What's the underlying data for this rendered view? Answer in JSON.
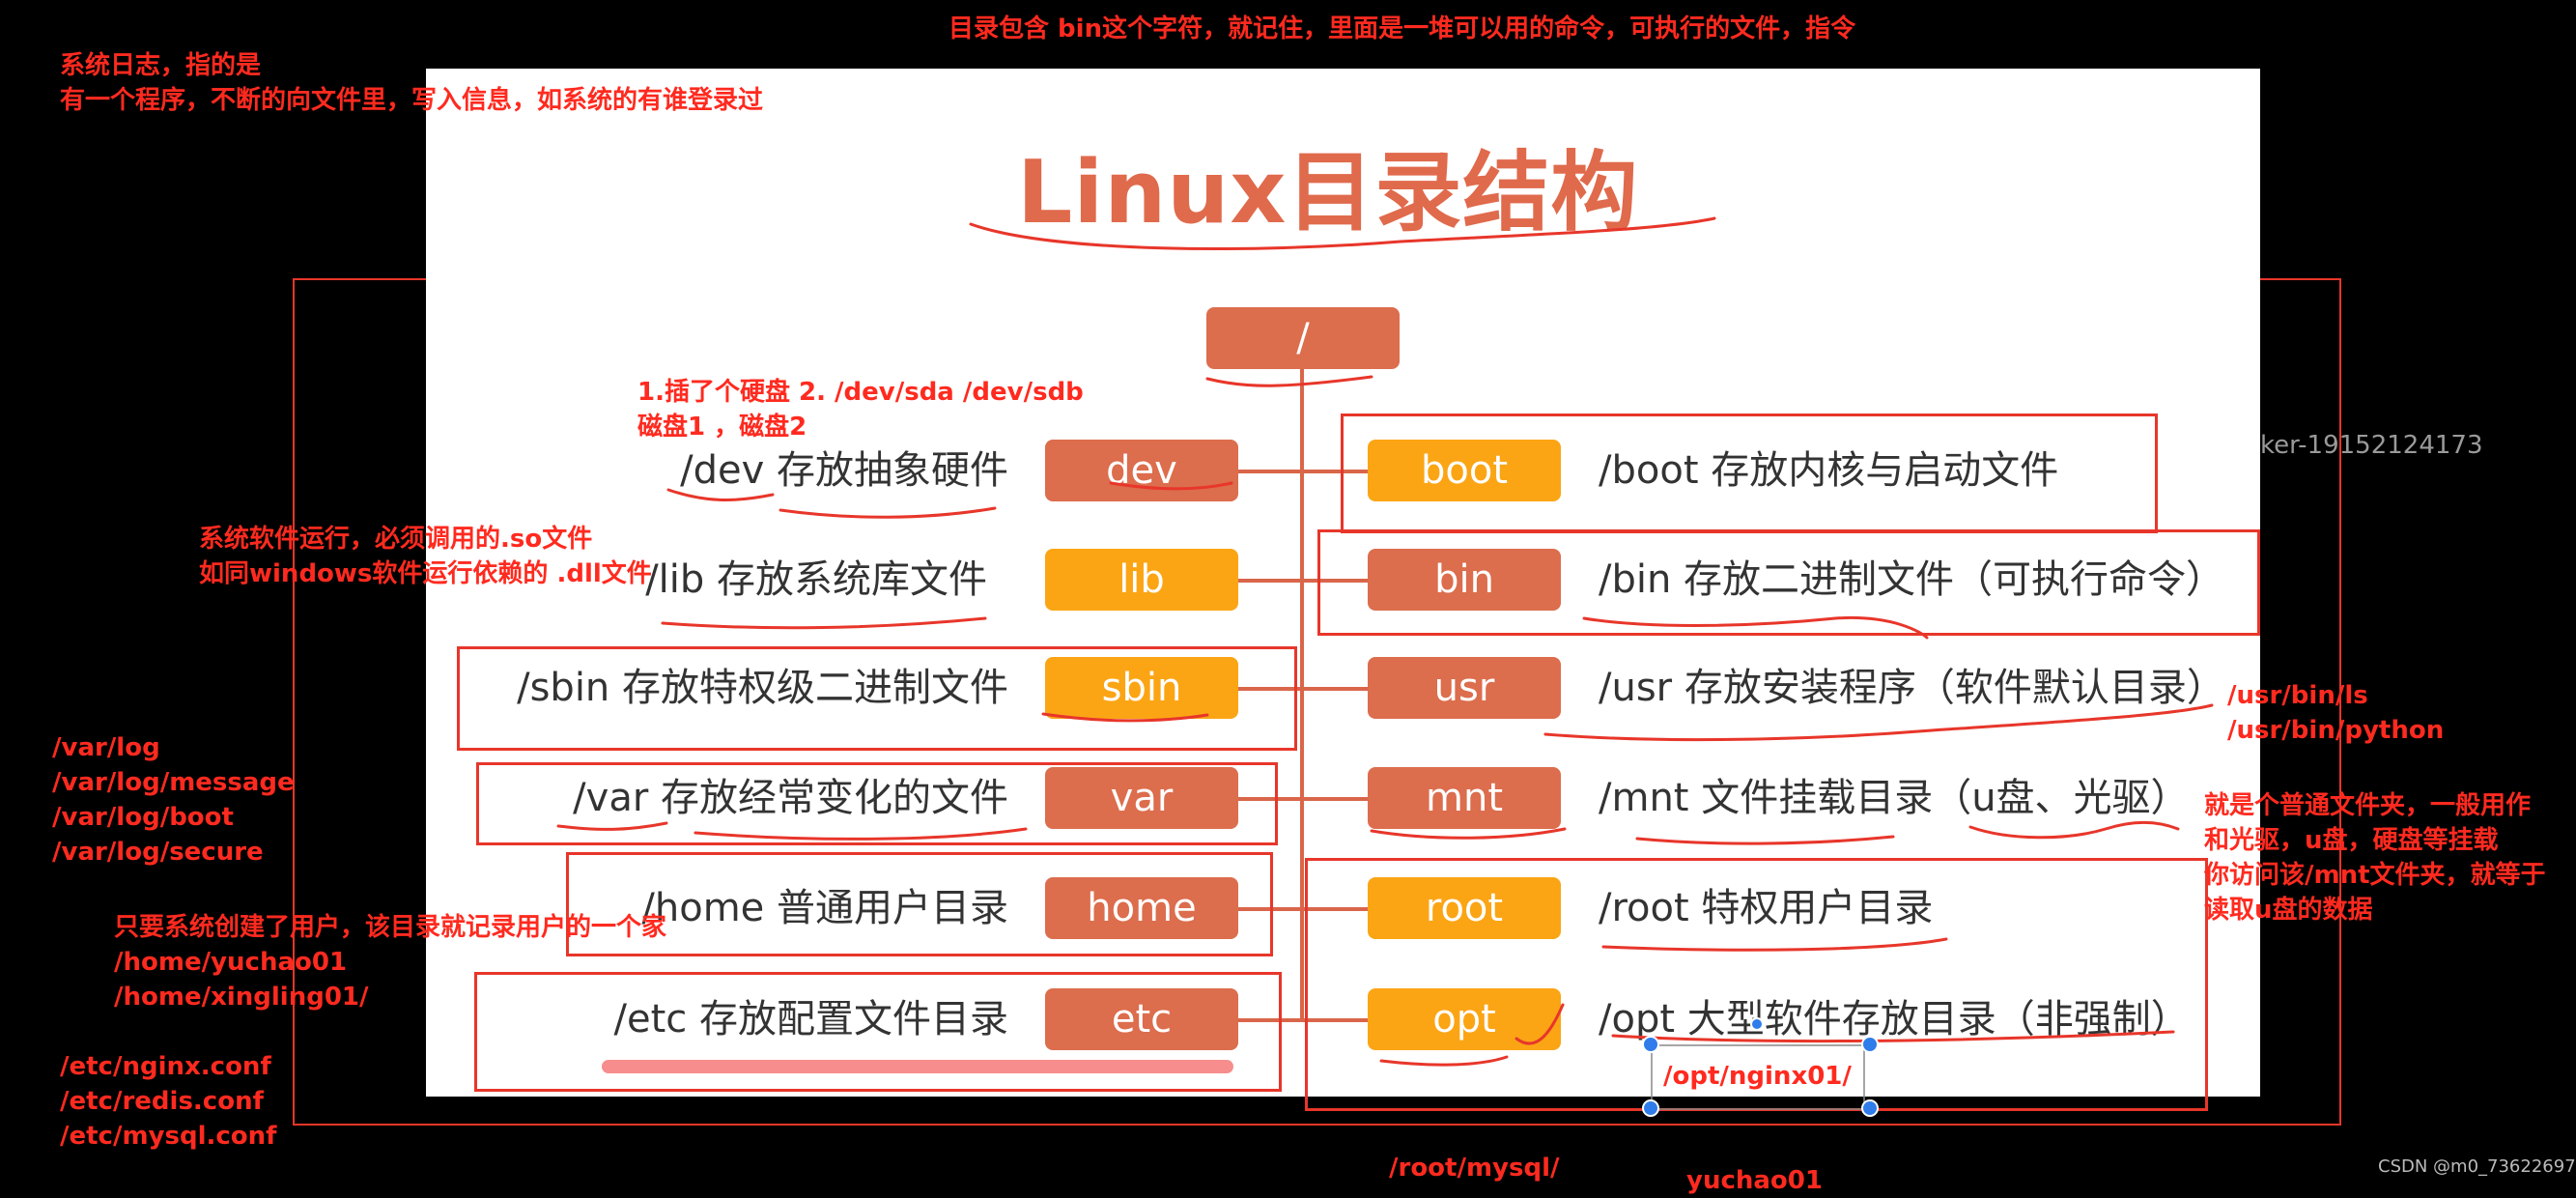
{
  "title": "Linux目录结构",
  "root": "/",
  "left_entries": [
    {
      "box": "dev",
      "color": "red",
      "desc": "/dev 存放抽象硬件"
    },
    {
      "box": "lib",
      "color": "orange",
      "desc": "/lib 存放系统库文件"
    },
    {
      "box": "sbin",
      "color": "orange",
      "desc": "/sbin 存放特权级二进制文件"
    },
    {
      "box": "var",
      "color": "red",
      "desc": "/var 存放经常变化的文件"
    },
    {
      "box": "home",
      "color": "red",
      "desc": "/home 普通用户目录"
    },
    {
      "box": "etc",
      "color": "red",
      "desc": "/etc 存放配置文件目录"
    }
  ],
  "right_entries": [
    {
      "box": "boot",
      "color": "orange",
      "desc": "/boot 存放内核与启动文件"
    },
    {
      "box": "bin",
      "color": "red",
      "desc": "/bin 存放二进制文件（可执行命令）"
    },
    {
      "box": "usr",
      "color": "red",
      "desc": "/usr 存放安装程序（软件默认目录）"
    },
    {
      "box": "mnt",
      "color": "red",
      "desc": "/mnt 文件挂载目录（u盘、光驱）"
    },
    {
      "box": "root",
      "color": "orange",
      "desc": "/root 特权用户目录"
    },
    {
      "box": "opt",
      "color": "orange",
      "desc": "/opt 大型软件存放目录（非强制）"
    }
  ],
  "notes": {
    "top": "目录包含 bin这个字符，就记住，里面是一堆可以用的命令，可执行的文件，指令",
    "log": [
      "系统日志，指的是",
      "有一个程序，不断的向文件里，写入信息，如系统的有谁登录过"
    ],
    "dev": [
      "1.插了个硬盘  2. /dev/sda  /dev/sdb",
      "磁盘1 ，磁盘2"
    ],
    "lib": [
      "系统软件运行，必须调用的.so文件",
      "如同windows软件运行依赖的 .dll文件"
    ],
    "var": [
      "/var/log",
      "/var/log/message",
      "/var/log/boot",
      "/var/log/secure"
    ],
    "home": [
      "只要系统创建了用户，该目录就记录用户的一个家",
      "/home/yuchao01",
      "/home/xingling01/"
    ],
    "etc": [
      "/etc/nginx.conf",
      "/etc/redis.conf",
      "/etc/mysql.conf"
    ],
    "usr": [
      "/usr/bin/ls",
      "/usr/bin/python"
    ],
    "mnt": [
      "就是个普通文件夹，一般用作",
      "和光驱，u盘，硬盘等挂载",
      "你访问该/mnt文件夹，就等于",
      "读取u盘的数据"
    ],
    "opt_path": "/opt/nginx01/",
    "root_mysql": "/root/mysql/",
    "yuchao": "yuchao01"
  },
  "watermark": "ker-19152124173",
  "csdn": "CSDN @m0_73622697",
  "colors": {
    "red_box": "#dc6d4d",
    "orange_box": "#fba515",
    "annotation": "#ff2a1f",
    "title": "#e06a4c"
  }
}
